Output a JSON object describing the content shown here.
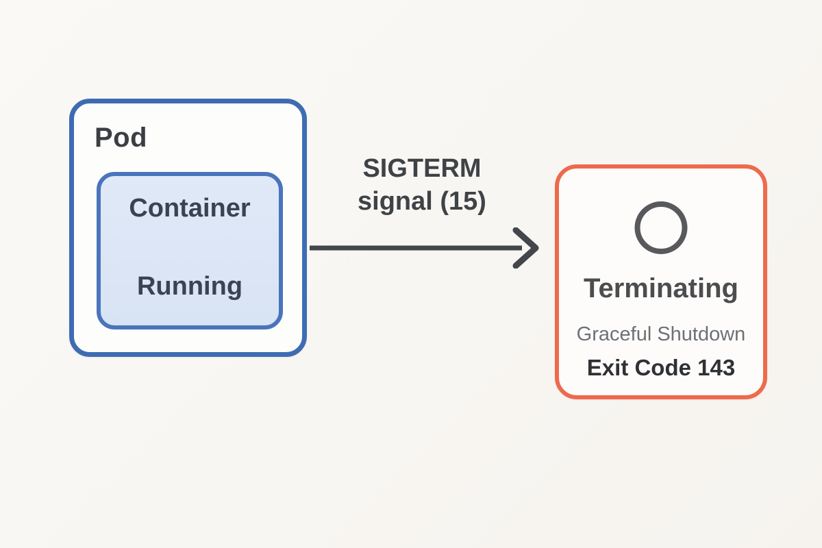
{
  "pod": {
    "label": "Pod",
    "container": {
      "label": "Container",
      "status": "Running"
    }
  },
  "transition": {
    "line1": "SIGTERM",
    "line2": "signal (15)"
  },
  "terminating": {
    "icon": "circle-outline-icon",
    "title": "Terminating",
    "subtitle": "Graceful Shutdown",
    "exit_code": "Exit Code 143"
  },
  "colors": {
    "canvas_bg": "#faf8f4",
    "pod_border": "#3e6cb3",
    "container_fill": "#e0e9f7",
    "container_border": "#4a74bc",
    "arrow_color": "#43464a",
    "terminating_border": "#ee6a4c",
    "icon_color": "#58595c",
    "subtitle_color": "#6d7077"
  }
}
